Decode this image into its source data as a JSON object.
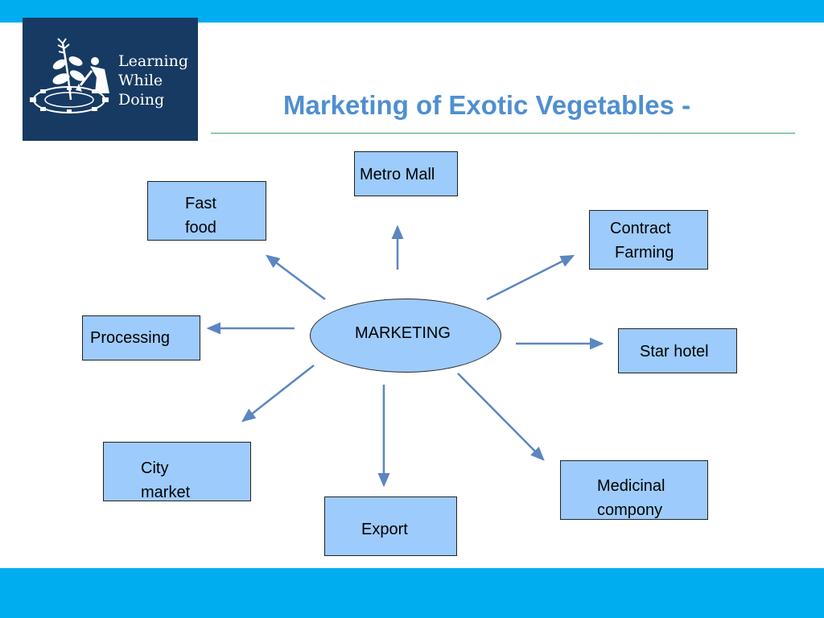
{
  "slide": {
    "title": "Marketing of Exotic Vegetables -",
    "logo": {
      "line1": "Learning",
      "line2": "While",
      "line3": "Doing"
    }
  },
  "diagram": {
    "center": "MARKETING",
    "nodes": {
      "metro_mall": "Metro Mall",
      "fast_food": [
        "Fast",
        "food"
      ],
      "contract_farming": [
        "Contract",
        "Farming"
      ],
      "processing": "Processing",
      "star_hotel": "Star hotel",
      "city_market": [
        "City",
        "market"
      ],
      "medicinal_company": [
        "Medicinal",
        "compony"
      ],
      "export": "Export"
    }
  },
  "colors": {
    "banner": "#00aeef",
    "logo_background": "#173a62",
    "title": "#4f8fd0",
    "node_fill": "#9dcbfb",
    "arrow": "#5b86c0"
  }
}
